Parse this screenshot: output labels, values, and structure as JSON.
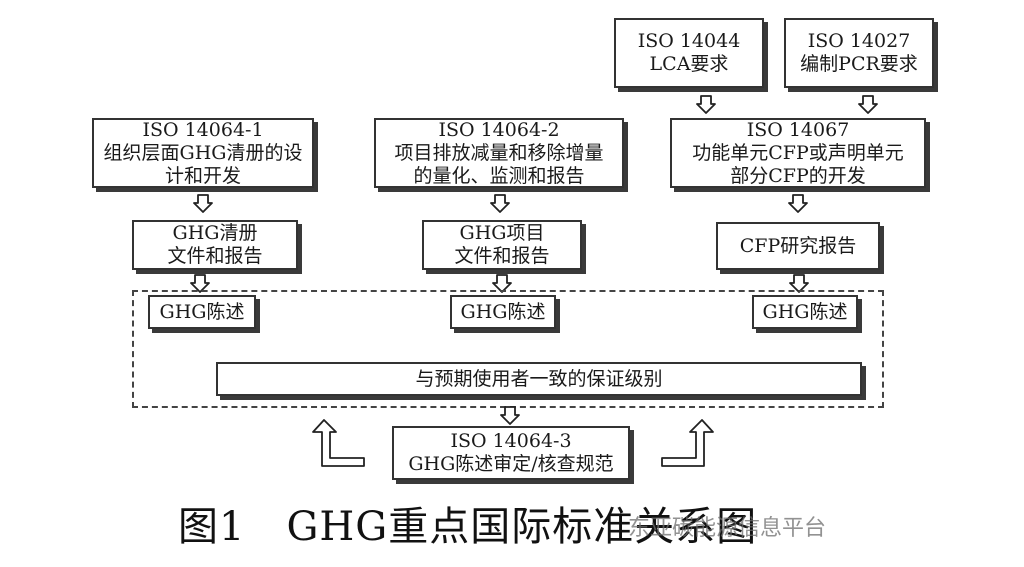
{
  "boxes": {
    "iso14044": {
      "line1": "ISO 14044",
      "line2": "LCA要求"
    },
    "iso14027": {
      "line1": "ISO 14027",
      "line2": "编制PCR要求"
    },
    "iso14064_1": {
      "line1": "ISO 14064-1",
      "line2": "组织层面GHG清册的设",
      "line3": "计和开发"
    },
    "iso14064_2": {
      "line1": "ISO 14064-2",
      "line2": "项目排放减量和移除增量",
      "line3": "的量化、监测和报告"
    },
    "iso14067": {
      "line1": "ISO 14067",
      "line2": "功能单元CFP或声明单元",
      "line3": "部分CFP的开发"
    },
    "ghg_inventory_report": {
      "line1": "GHG清册",
      "line2": "文件和报告"
    },
    "ghg_project_report": {
      "line1": "GHG项目",
      "line2": "文件和报告"
    },
    "cfp_study_report": {
      "line1": "CFP研究报告"
    },
    "ghg_statement_1": {
      "line1": "GHG陈述"
    },
    "ghg_statement_2": {
      "line1": "GHG陈述"
    },
    "ghg_statement_3": {
      "line1": "GHG陈述"
    },
    "assurance_level": {
      "line1": "与预期使用者一致的保证级别"
    },
    "iso14064_3": {
      "line1": "ISO 14064-3",
      "line2": "GHG陈述审定/核查规范"
    }
  },
  "caption": "图1　GHG重点国际标准关系图",
  "watermark": "东亚碳能源信息平台"
}
